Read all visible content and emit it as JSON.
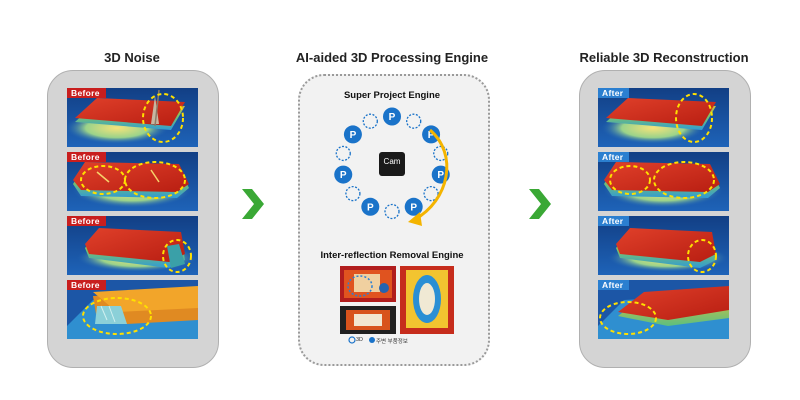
{
  "titles": {
    "noise": "3D Noise",
    "engine": "AI-aided 3D Processing Engine",
    "reconstruction": "Reliable 3D Reconstruction"
  },
  "tags": {
    "before": "Before",
    "after": "After"
  },
  "engine": {
    "super_project_title": "Super Project Engine",
    "camera_label": "Cam",
    "projector_label": "P",
    "inter_reflection_title": "Inter-reflection  Removal Engine",
    "legend_3d": "3D",
    "legend_surround": "주변 부품정보"
  },
  "colors": {
    "before_tag": "#c81e1e",
    "after_tag": "#2b7fd0",
    "arrow": "#3aa835",
    "circle_highlight": "#ffe000",
    "projector": "#1a73c9",
    "process_arrow": "#f4b400"
  }
}
